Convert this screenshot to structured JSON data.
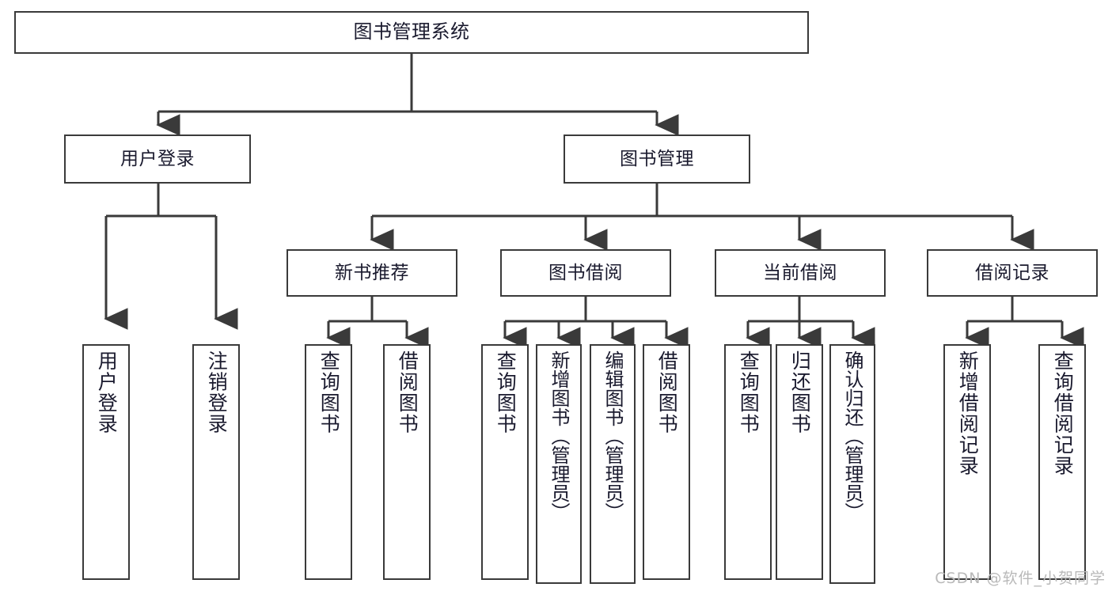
{
  "diagram": {
    "title": "图书管理系统",
    "type": "tree-hierarchy-chart",
    "stroke_color": "#3a3a3a",
    "text_color": "#1a1a2e",
    "background_color": "#ffffff"
  },
  "nodes": {
    "root": {
      "label": "图书管理系统"
    },
    "level2": [
      {
        "id": "user-login",
        "label": "用户登录"
      },
      {
        "id": "book-manage",
        "label": "图书管理"
      }
    ],
    "level3": [
      {
        "id": "new-book-rec",
        "label": "新书推荐"
      },
      {
        "id": "book-borrow",
        "label": "图书借阅"
      },
      {
        "id": "current-borrow",
        "label": "当前借阅"
      },
      {
        "id": "borrow-record",
        "label": "借阅记录"
      }
    ],
    "leaves": [
      {
        "id": "leaf-user-login",
        "label": "用户登录"
      },
      {
        "id": "leaf-user-logout",
        "label": "注销登录"
      },
      {
        "id": "leaf-query-book-1",
        "label": "查询图书"
      },
      {
        "id": "leaf-borrow-book-1",
        "label": "借阅图书"
      },
      {
        "id": "leaf-query-book-2",
        "label": "查询图书"
      },
      {
        "id": "leaf-add-book",
        "label": "新增图书（管理员）"
      },
      {
        "id": "leaf-edit-book",
        "label": "编辑图书（管理员）"
      },
      {
        "id": "leaf-borrow-book-2",
        "label": "借阅图书"
      },
      {
        "id": "leaf-query-book-3",
        "label": "查询图书"
      },
      {
        "id": "leaf-return-book",
        "label": "归还图书"
      },
      {
        "id": "leaf-confirm-return",
        "label": "确认归还（管理员）"
      },
      {
        "id": "leaf-add-record",
        "label": "新增借阅记录"
      },
      {
        "id": "leaf-query-record",
        "label": "查询借阅记录"
      }
    ]
  },
  "watermark": {
    "text": "CSDN @软件_小贺同学"
  }
}
